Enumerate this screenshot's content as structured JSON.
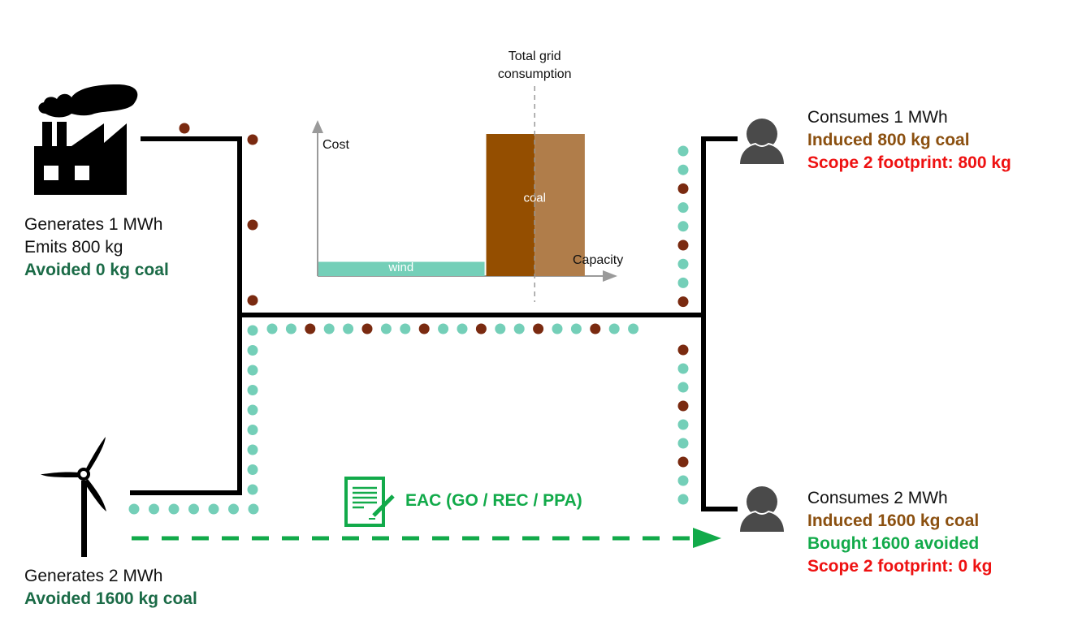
{
  "colors": {
    "line": "#000000",
    "coal_dot": "#7a2a10",
    "wind_dot": "#74cfb8",
    "avoided_text": "#1b6b47",
    "induced_text": "#8b5010",
    "scope2_text": "#ee1111",
    "eac_green": "#12aa4a",
    "axis_grey": "#9a9a9a",
    "wind_bar": "#74cfb8",
    "coal_bar_used": "#944e00",
    "coal_bar_unused": "#b07d4a",
    "person_icon": "#4a4a4a"
  },
  "coal_plant": {
    "icon": "factory-icon",
    "lines": [
      {
        "text": "Generates 1 MWh",
        "style": "plain"
      },
      {
        "text": "Emits 800 kg",
        "style": "plain"
      },
      {
        "text": "Avoided 0 kg coal",
        "style": "avoided"
      }
    ]
  },
  "wind_farm": {
    "icon": "wind-turbine-icon",
    "lines": [
      {
        "text": "Generates 2 MWh",
        "style": "plain"
      },
      {
        "text": "Avoided 1600 kg coal",
        "style": "avoided"
      }
    ]
  },
  "consumer_1": {
    "icon": "person-icon",
    "lines": [
      {
        "text": "Consumes 1 MWh",
        "style": "plain"
      },
      {
        "text": "Induced 800 kg coal",
        "style": "induced"
      },
      {
        "text": "Scope 2 footprint: 800 kg",
        "style": "scope2"
      }
    ]
  },
  "consumer_2": {
    "icon": "person-icon",
    "lines": [
      {
        "text": "Consumes 2 MWh",
        "style": "plain"
      },
      {
        "text": "Induced 1600 kg coal",
        "style": "induced"
      },
      {
        "text": "Bought 1600 avoided",
        "style": "eac"
      },
      {
        "text": "Scope 2 footprint: 0 kg",
        "style": "scope2"
      }
    ]
  },
  "eac": {
    "icon": "certificate-icon",
    "label": "EAC (GO / REC / PPA)"
  },
  "flows": {
    "coal_plant_to_grid": [
      "coal",
      "coal",
      "coal",
      "coal"
    ],
    "wind_to_grid_horizontal": [
      "wind",
      "wind",
      "wind",
      "wind",
      "wind",
      "wind",
      "wind"
    ],
    "wind_to_grid_vertical": [
      "wind",
      "wind",
      "wind",
      "wind",
      "wind",
      "wind",
      "wind",
      "wind",
      "wind"
    ],
    "grid_bus": [
      "wind",
      "wind",
      "coal",
      "wind",
      "wind",
      "coal",
      "wind",
      "wind",
      "coal",
      "wind",
      "wind",
      "coal",
      "wind",
      "wind",
      "coal",
      "wind",
      "wind",
      "coal",
      "wind",
      "wind"
    ],
    "to_consumer_1": [
      "wind",
      "wind",
      "coal",
      "wind",
      "wind",
      "coal",
      "wind",
      "wind",
      "coal"
    ],
    "to_consumer_2": [
      "coal",
      "wind",
      "wind",
      "coal",
      "wind",
      "wind",
      "coal",
      "wind",
      "wind"
    ]
  },
  "chart_data": {
    "type": "bar",
    "title": "",
    "xlabel": "Capacity",
    "ylabel": "Cost",
    "annotation": "Total grid consumption",
    "bars": [
      {
        "name": "wind",
        "capacity_start": 0,
        "capacity_end": 2,
        "cost": 0.1
      },
      {
        "name": "coal",
        "capacity_start": 2,
        "capacity_end": 3.2,
        "cost": 1.0,
        "used_until": 2.6
      }
    ],
    "total_consumption": 2.6,
    "xlim": [
      0,
      3.6
    ],
    "ylim": [
      0,
      1.2
    ],
    "grid": false
  }
}
